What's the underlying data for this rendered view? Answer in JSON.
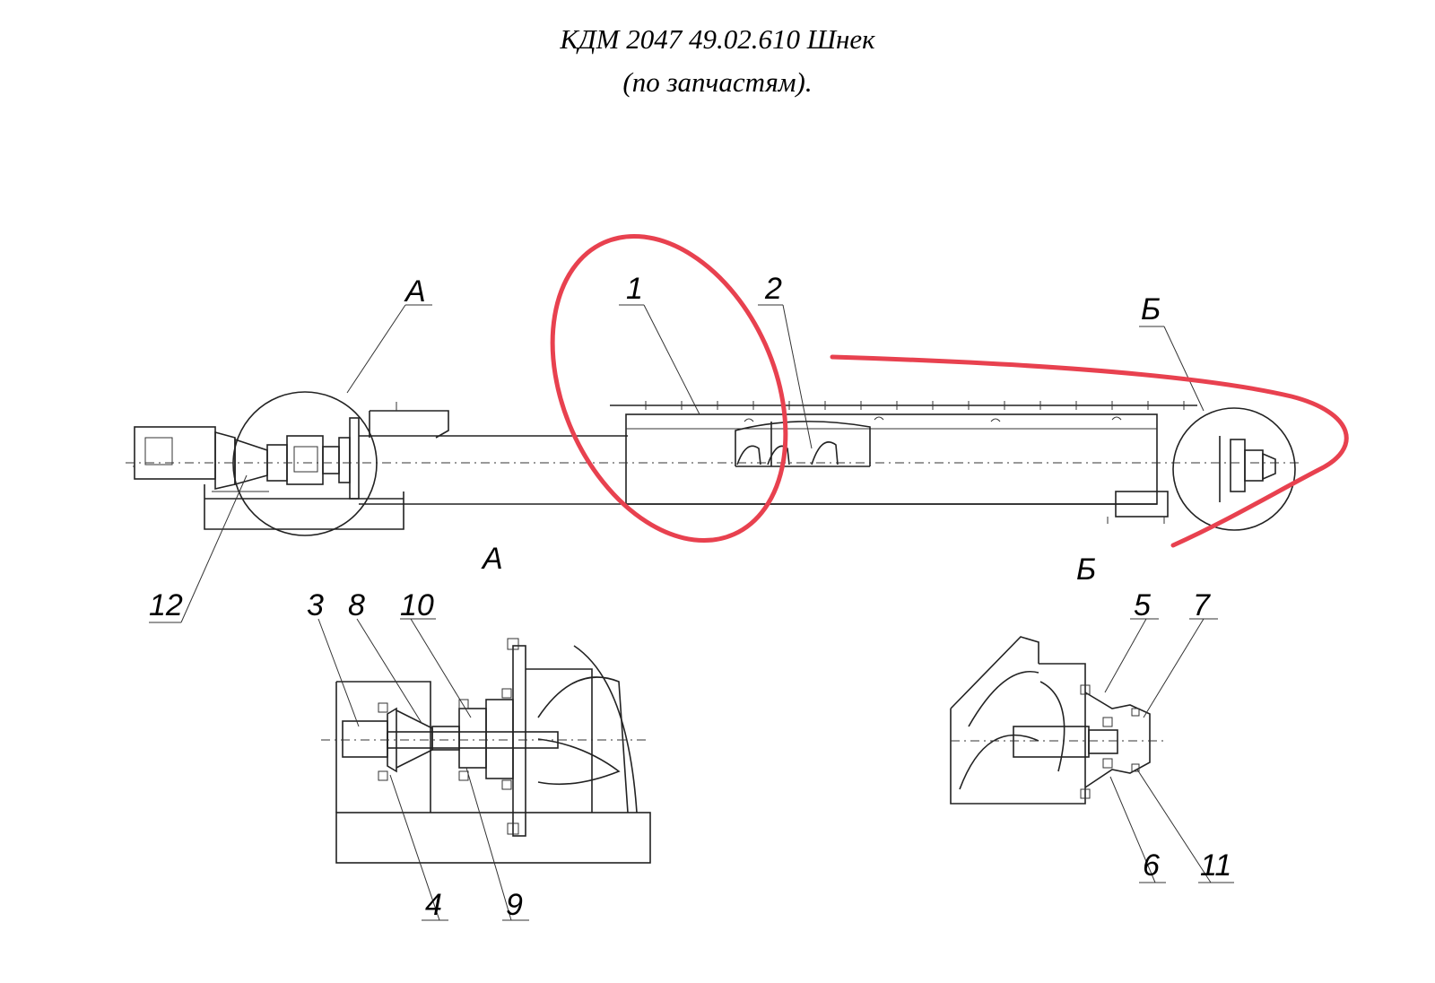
{
  "title": {
    "line1": "КДМ 2047 49.02.610 Шнек",
    "line2": "(по запчастям)."
  },
  "callouts": {
    "c1": "1",
    "c2": "2",
    "c3": "3",
    "c4": "4",
    "c5": "5",
    "c6": "6",
    "c7": "7",
    "c8": "8",
    "c9": "9",
    "c10": "10",
    "c11": "11",
    "c12": "12"
  },
  "views": {
    "a_marker": "А",
    "b_marker": "Б",
    "a_title": "А",
    "b_title": "Б"
  },
  "colors": {
    "annotation": "#e8414f",
    "drawing": "#222222"
  }
}
